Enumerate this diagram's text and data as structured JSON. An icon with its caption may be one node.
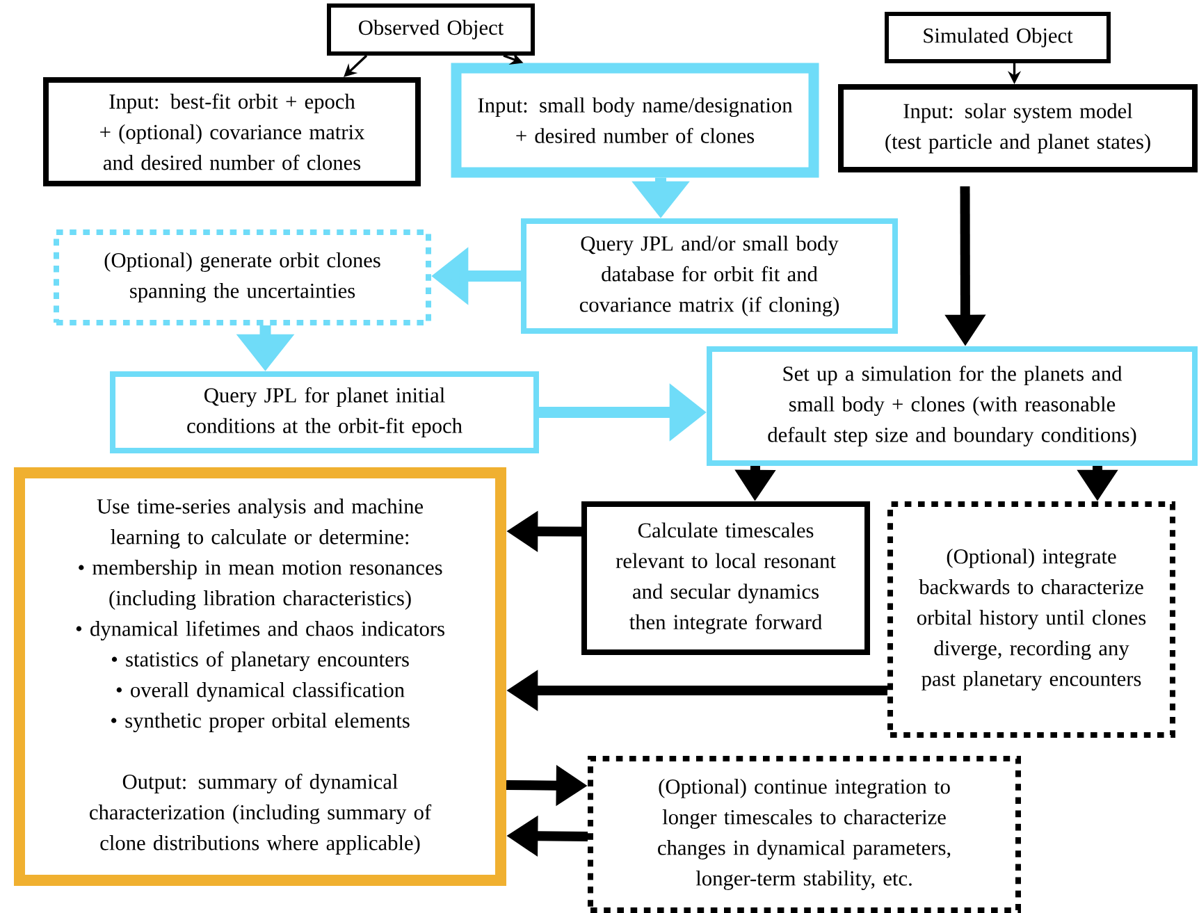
{
  "diagram": {
    "nodes": [
      {
        "text": [
          "Observed Object"
        ]
      },
      {
        "text": [
          "Input: best-fit orbit + epoch + (optional) covariance matrix and desired number of clones"
        ]
      },
      {
        "text": [
          "Input: small body name/designation + desired number of clones"
        ]
      },
      {
        "text": [
          "Simulated Object"
        ]
      },
      {
        "text": [
          "Input: solar system model (test particle and planet states)"
        ]
      },
      {
        "text": [
          "Query JPL and/or small body database for orbit fit and covariance matrix (if cloning)"
        ]
      },
      {
        "text": [
          "(Optional) generate orbit clones spanning the uncertainties"
        ]
      },
      {
        "text": [
          "Query JPL for planet initial conditions at the orbit-fit epoch"
        ]
      },
      {
        "text": [
          "Set up a simulation for the planets and small body + clones (with reasonable default step size and boundary conditions)"
        ]
      },
      {
        "text": [
          "Use time-series analysis and machine learning to calculate or determine:",
          "• membership in mean motion resonances (including libration characteristics)",
          "• dynamical lifetimes and chaos indicators",
          "• statistics of planetary encounters",
          "• overall dynamical classification",
          "• synthetic proper orbital elements",
          "Output: summary of dynamical characterization (including summary of clone distributions where applicable)"
        ]
      },
      {
        "text": [
          "Calculate timescales relevant to local resonant and secular dynamics then integrate forward"
        ]
      },
      {
        "text": [
          "(Optional) integrate backwards to characterize orbital history until clones diverge, recording any past planetary encounters"
        ]
      },
      {
        "text": [
          "(Optional) continue integration to longer timescales to characterize changes in dynamical parameters, longer-term stability, etc."
        ]
      }
    ],
    "edges": [
      {
        "from": 0,
        "to": 1,
        "arrow": "to"
      },
      {
        "from": 0,
        "to": 2,
        "arrow": "to"
      },
      {
        "from": 3,
        "to": 4,
        "arrow": "to"
      },
      {
        "from": 2,
        "to": 5,
        "arrow": "to",
        "color": "#6fdcf8"
      },
      {
        "from": 5,
        "to": 6,
        "arrow": "to",
        "color": "#6fdcf8"
      },
      {
        "from": 6,
        "to": 7,
        "arrow": "to",
        "color": "#6fdcf8"
      },
      {
        "from": 7,
        "to": 8,
        "arrow": "to",
        "color": "#6fdcf8"
      },
      {
        "from": 4,
        "to": 8,
        "arrow": "to"
      },
      {
        "from": 8,
        "to": 10,
        "arrow": "to"
      },
      {
        "from": 8,
        "to": 11,
        "arrow": "to"
      },
      {
        "from": 10,
        "to": 9,
        "arrow": "to"
      },
      {
        "from": 11,
        "to": 9,
        "arrow": "to"
      },
      {
        "from": 9,
        "to": 12,
        "arrow": "to"
      },
      {
        "from": 12,
        "to": 9,
        "arrow": "to"
      }
    ]
  }
}
